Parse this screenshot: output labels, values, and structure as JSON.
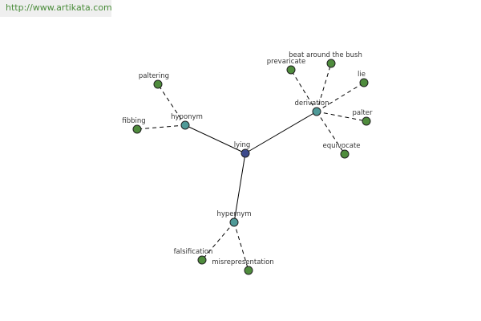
{
  "header": {
    "url_text": "http://www.artikata.com"
  },
  "colors": {
    "center": "#3d4a8c",
    "relation": "#4f9a98",
    "word": "#4f8c3d",
    "url": "#4a8c3a"
  },
  "graph": {
    "center": {
      "label": "lying"
    },
    "relations": {
      "hyponym": {
        "label": "hyponym",
        "words": [
          "paltering",
          "fibbing"
        ]
      },
      "derivation": {
        "label": "derivation",
        "words": [
          "prevaricate",
          "beat around the bush",
          "lie",
          "palter",
          "equivocate"
        ]
      },
      "hypernym": {
        "label": "hypernym",
        "words": [
          "falsification",
          "misrepresentation"
        ]
      }
    }
  }
}
